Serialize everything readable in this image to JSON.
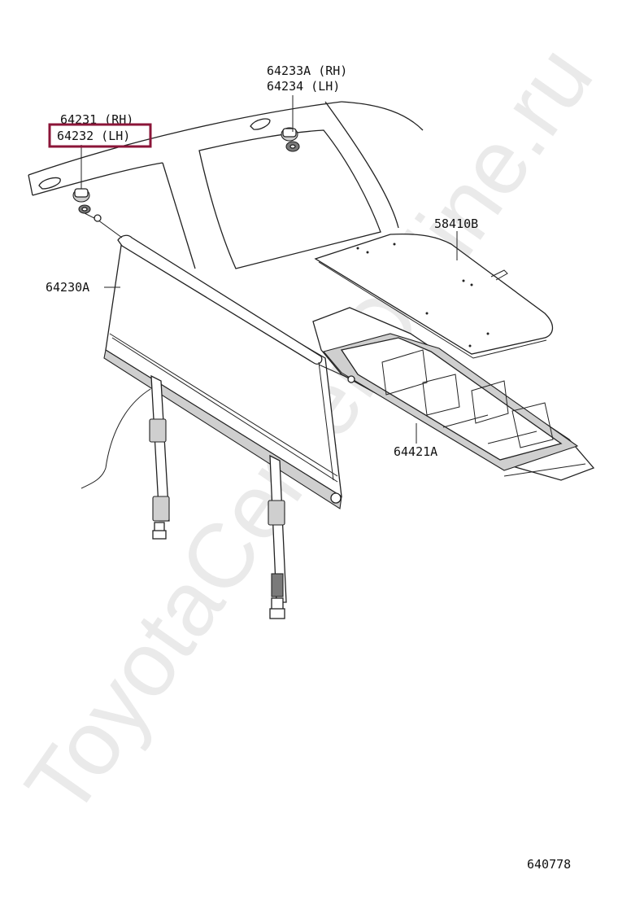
{
  "watermark": "ToyotaCenterOnline.ru",
  "callouts": {
    "p64231": "64231 (RH)",
    "p64232": "64232 (LH)",
    "p64233A": "64233A (RH)",
    "p64234": "64234  (LH)",
    "p58410B": "58410B",
    "p64230A": "64230A",
    "p64421A": "64421A"
  },
  "highlight_target": "64232 (LH)",
  "figure_number": "640778",
  "colors": {
    "highlight": "#8b1538",
    "line": "#222222",
    "watermark": "#d9d9d9"
  }
}
